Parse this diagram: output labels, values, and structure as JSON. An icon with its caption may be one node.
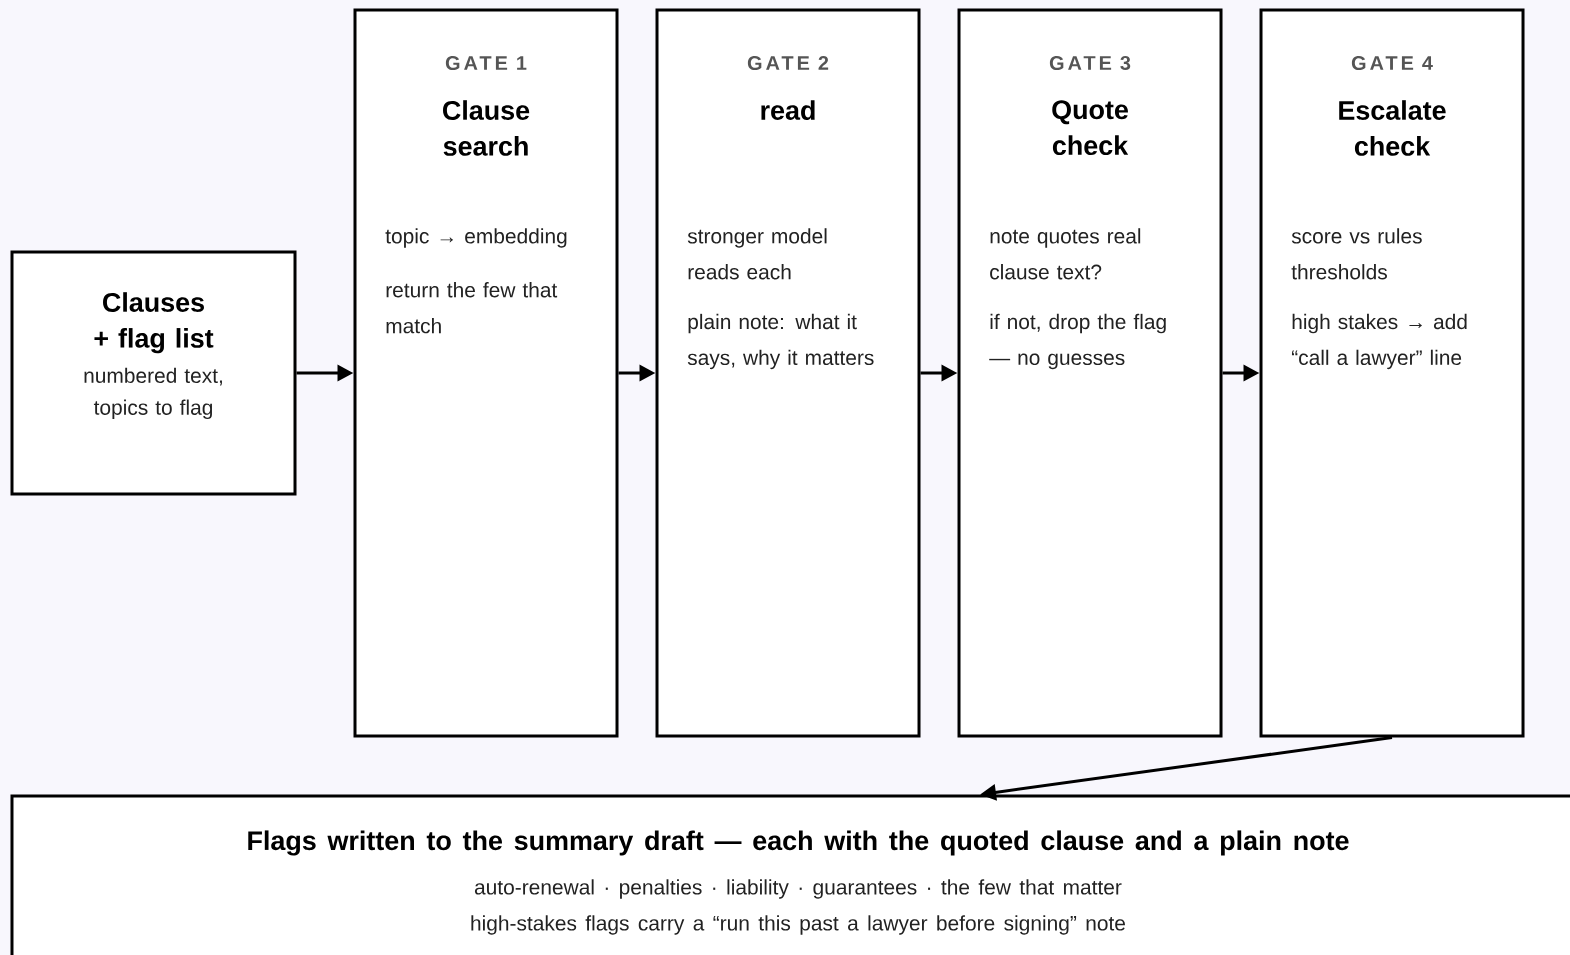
{
  "diagram": {
    "nodes": [
      {
        "text": [
          "Clauses + flag list",
          "numbered text, topics to flag"
        ]
      },
      {
        "text": [
          "GATE 1",
          "Clause search",
          "topic → embedding",
          "return the few that match"
        ]
      },
      {
        "text": [
          "GATE 2",
          "read",
          "stronger model reads each",
          "plain note: what it says, why it matters"
        ]
      },
      {
        "text": [
          "GATE 3",
          "Quote check",
          "note quotes real clause text?",
          "if not, drop the flag — no guesses"
        ]
      },
      {
        "text": [
          "GATE 4",
          "Escalate check",
          "score vs rules thresholds",
          "high stakes → add “call a lawyer” line"
        ]
      },
      {
        "text": [
          "Flags written to the summary draft — each with the quoted clause and a plain note",
          "auto-renewal · penalties · liability · guarantees · the few that matter",
          "high-stakes flags carry a “run this past a lawyer before signing” note"
        ]
      }
    ],
    "edges": [
      {
        "from": 0,
        "to": 1,
        "arrow": "to"
      },
      {
        "from": 1,
        "to": 2,
        "arrow": "to"
      },
      {
        "from": 2,
        "to": 3,
        "arrow": "to"
      },
      {
        "from": 3,
        "to": 4,
        "arrow": "to"
      },
      {
        "from": 4,
        "to": 5,
        "arrow": "to"
      }
    ]
  }
}
